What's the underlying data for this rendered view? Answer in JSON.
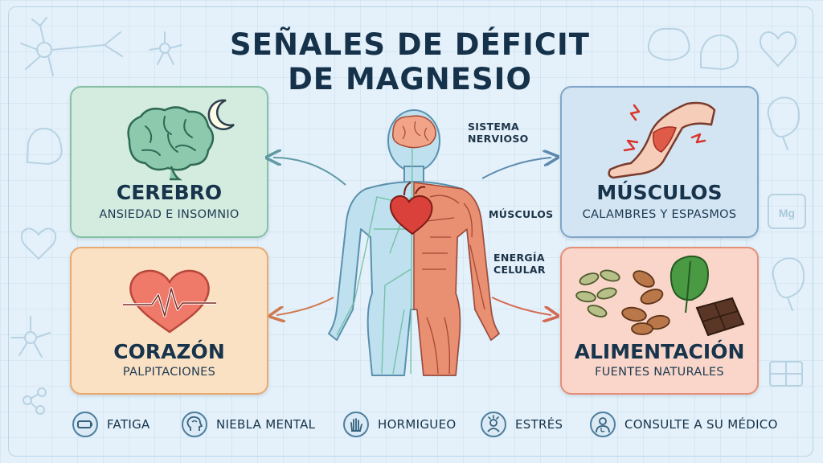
{
  "title": {
    "line1": "SEÑALES DE DÉFICIT",
    "line2": "DE MAGNESIO"
  },
  "cards": {
    "brain": {
      "name": "CEREBRO",
      "sub": "ANSIEDAD E INSOMNIO"
    },
    "heart": {
      "name": "CORAZÓN",
      "sub": "PALPITACIONES"
    },
    "muscle": {
      "name": "MÚSCULOS",
      "sub": "CALAMBRES Y ESPASMOS"
    },
    "food": {
      "name": "ALIMENTACIÓN",
      "sub": "FUENTES NATURALES"
    }
  },
  "body_labels": {
    "nervous_line1": "SISTEMA",
    "nervous_line2": "NERVIOSO",
    "muscles": "MÚSCULOS",
    "energy_line1": "ENERGÍA",
    "energy_line2": "CELULAR"
  },
  "decor": {
    "mg_badge": "Mg"
  },
  "legend": [
    {
      "label": "FATIGA",
      "icon": "battery-icon"
    },
    {
      "label": "NIEBLA MENTAL",
      "icon": "head-fog-icon"
    },
    {
      "label": "HORMIGUEO",
      "icon": "hand-tingling-icon"
    },
    {
      "label": "ESTRÉS",
      "icon": "stress-person-icon"
    },
    {
      "label": "CONSULTE A SU MÉDICO",
      "icon": "doctor-icon"
    }
  ],
  "colors": {
    "background": "#e4f1fa",
    "title": "#15324a",
    "brain_card": "#d4ece0",
    "heart_card": "#fbe1c4",
    "muscle_card": "#d3e5f3",
    "food_card": "#f9d6c9"
  }
}
